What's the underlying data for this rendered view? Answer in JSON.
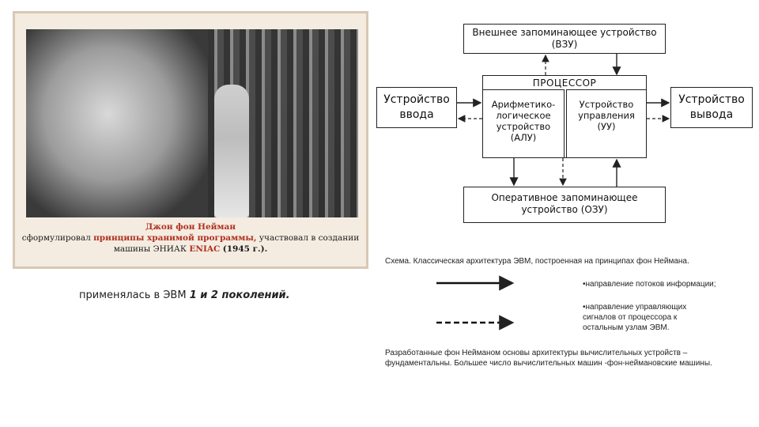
{
  "photo": {
    "caption_name": "Джон фон Нейман",
    "caption_line1_a": "сформулировал",
    "caption_line1_b": "принципы хранимой программы,",
    "caption_line1_c": "участвовал в создании",
    "caption_line2_a": "машины ЭНИАК",
    "caption_line2_b": "ENIAC",
    "caption_line2_c": "(1945 г.)."
  },
  "left_note": {
    "text": "применялась в ЭВМ ",
    "emph": "1 и 2 поколений."
  },
  "diagram": {
    "vzu": {
      "line1": "Внешнее запоминающее устройство",
      "line2": "(ВЗУ)"
    },
    "input": {
      "line1": "Устройство",
      "line2": "ввода"
    },
    "output": {
      "line1": "Устройство",
      "line2": "вывода"
    },
    "cpu": {
      "title": "ПРОЦЕССОР"
    },
    "alu": {
      "line1": "Арифметико-",
      "line2": "логическое",
      "line3": "устройство",
      "line4": "(АЛУ)"
    },
    "uu": {
      "line1": "Устройство",
      "line2": "управления",
      "line3": "(УУ)"
    },
    "ozu": {
      "line1": "Оперативное запоминающее",
      "line2": "устройство (ОЗУ)"
    }
  },
  "legend": {
    "scheme_caption": "Схема. Классическая архитектура ЭВМ, построенная на принципах фон Неймана.",
    "solid_desc": "•направление потоков информации;",
    "dashed_desc_1": "•направление управляющих",
    "dashed_desc_2": "сигналов от процессора к",
    "dashed_desc_3": "остальным узлам ЭВМ."
  },
  "footer": {
    "text": "Разработанные фон Нейманом основы архитектуры вычислительных устройств – фундаментальны. Большее число вычислительных машин -фон-неймановские машины."
  }
}
